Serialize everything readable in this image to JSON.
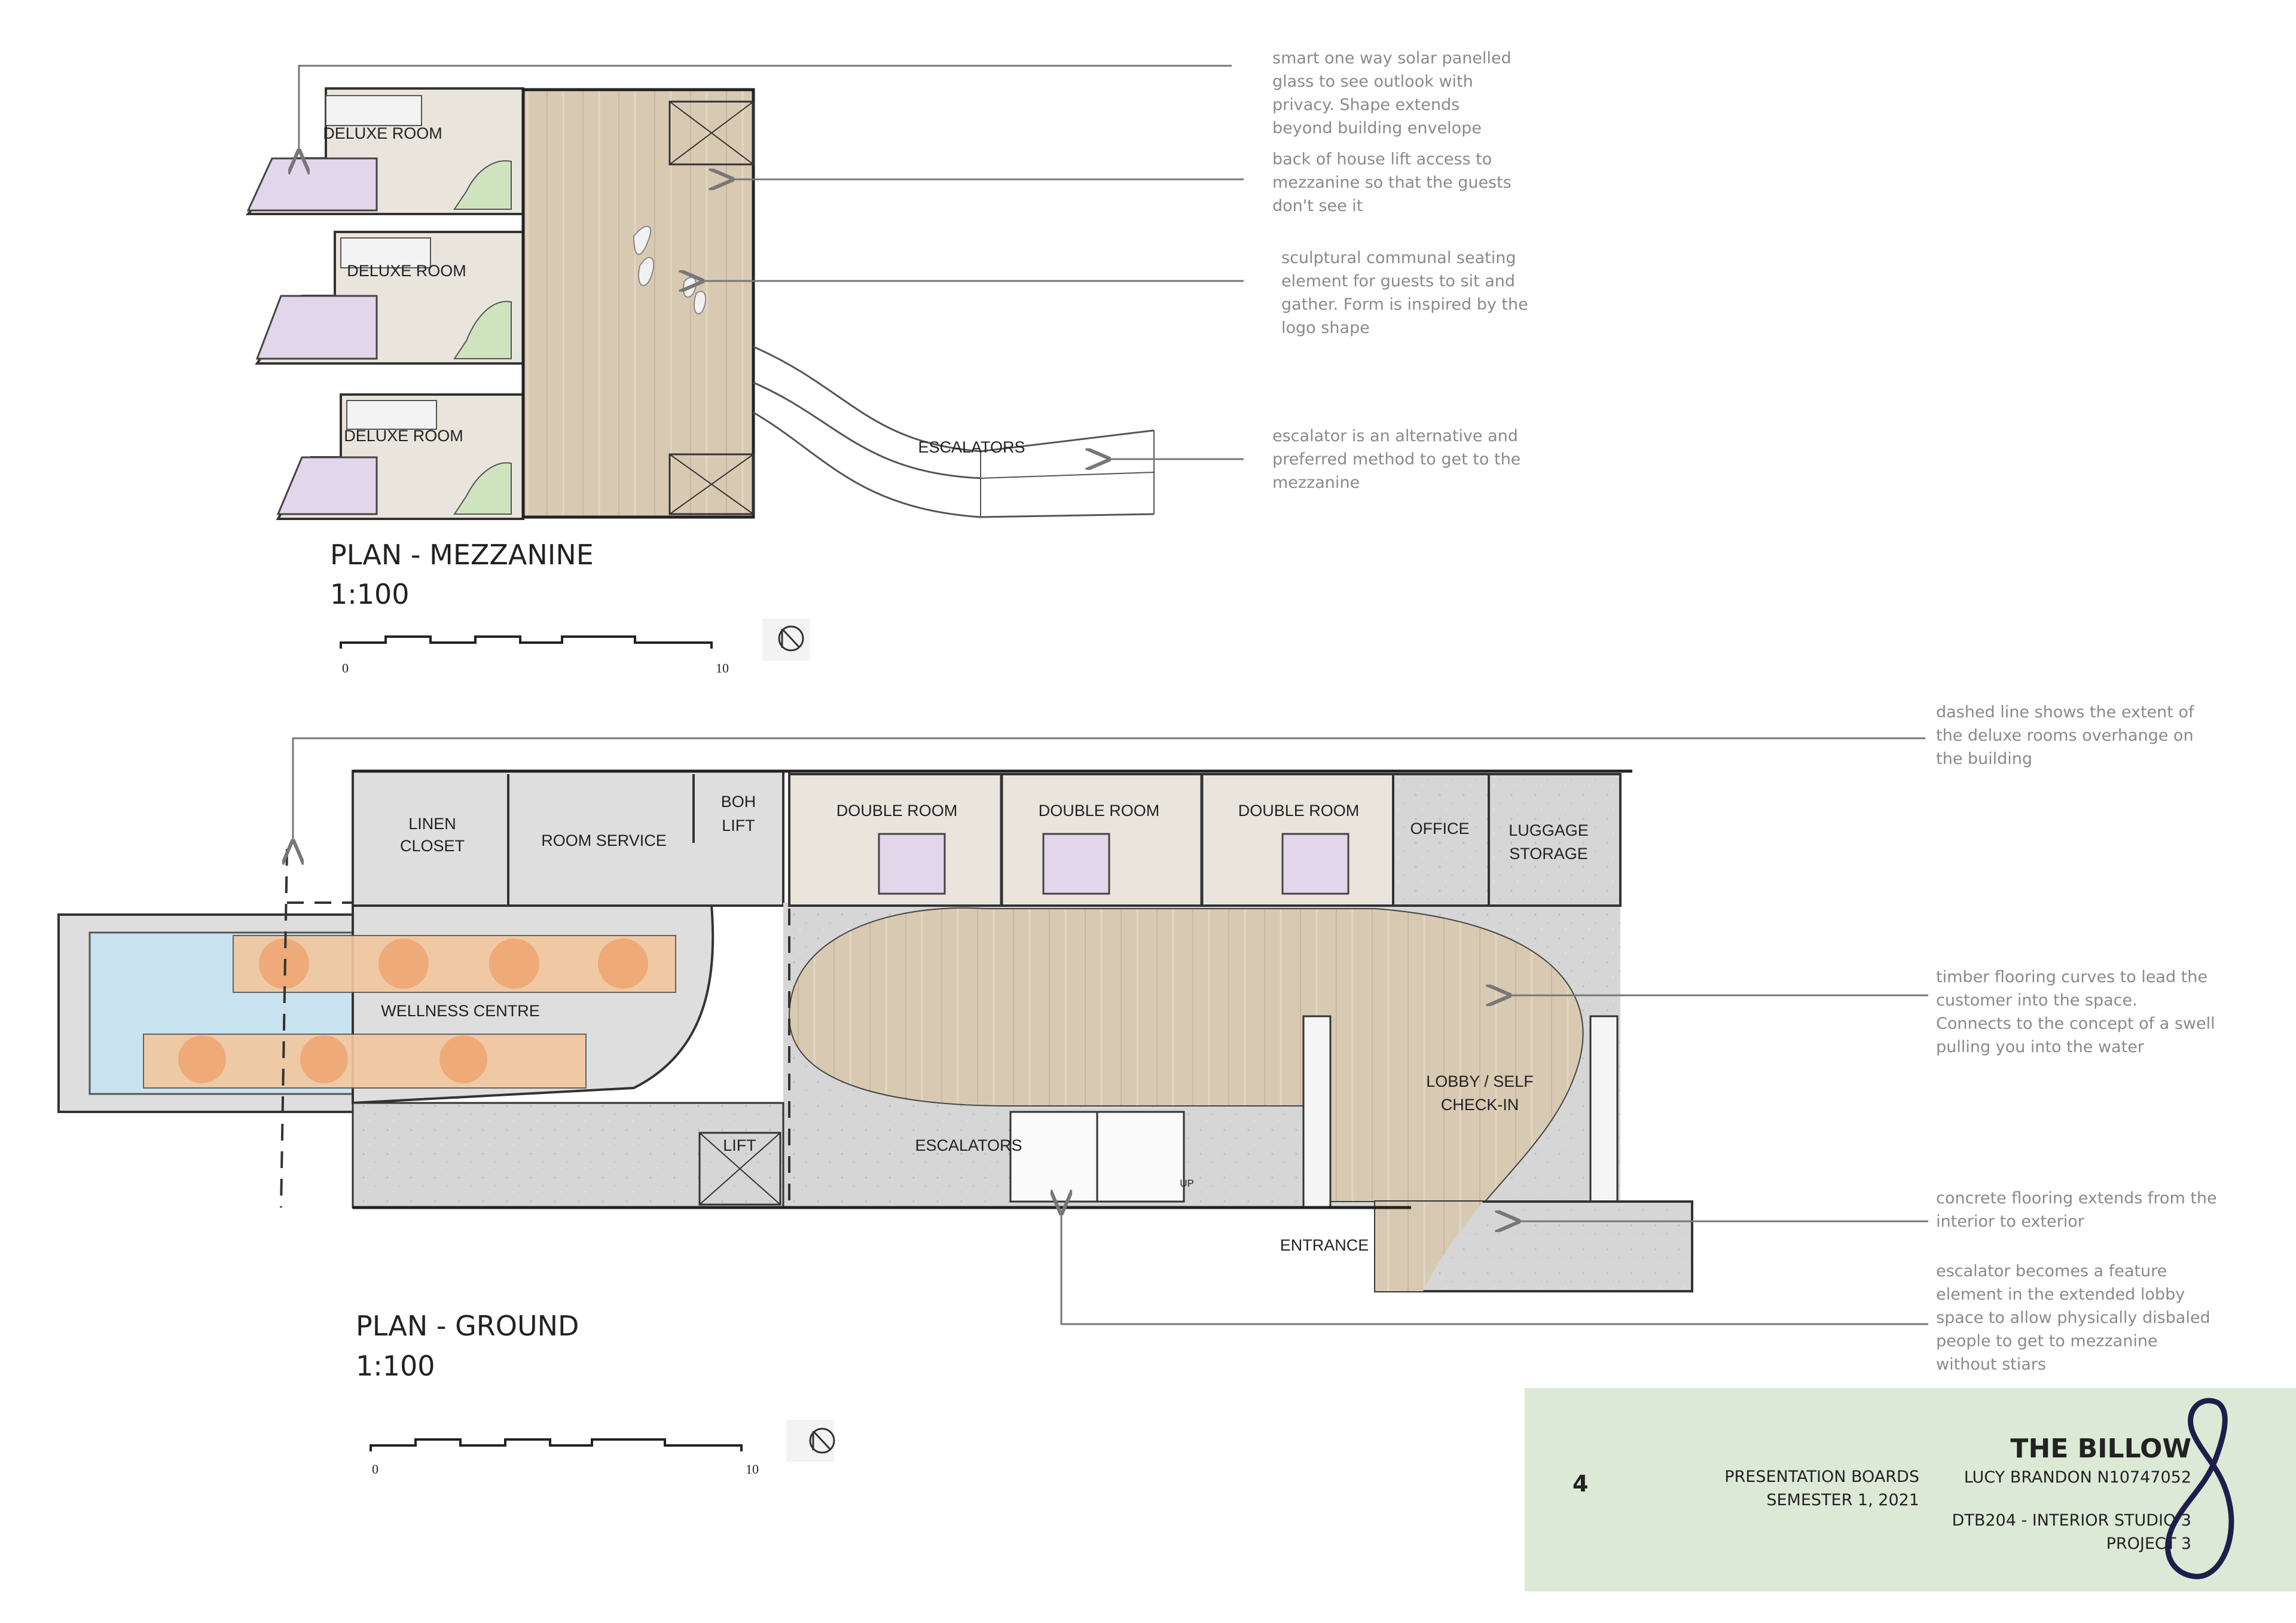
{
  "mezzanine": {
    "plan_title": "PLAN - MEZZANINE",
    "scale": "1:100",
    "scale_start": "0",
    "scale_end": "10",
    "rooms": [
      {
        "label": "DELUXE ROOM"
      },
      {
        "label": "DELUXE ROOM"
      },
      {
        "label": "DELUXE ROOM"
      }
    ],
    "escalators_label": "ESCALATORS",
    "notes": [
      "smart one way solar panelled glass to see outlook with privacy. Shape extends beyond building envelope",
      "back of house lift access to mezzanine so that the guests don't see it",
      "sculptural communal seating element for guests to sit and gather. Form is inspired by the logo shape",
      "escalator is an alternative and preferred method to get to the mezzanine"
    ]
  },
  "ground": {
    "plan_title": "PLAN - GROUND",
    "scale": "1:100",
    "scale_start": "0",
    "scale_end": "10",
    "labels": {
      "linen_closet_1": "LINEN",
      "linen_closet_2": "CLOSET",
      "room_service": "ROOM SERVICE",
      "boh_lift_1": "BOH",
      "boh_lift_2": "LIFT",
      "double_room_1": "DOUBLE ROOM",
      "double_room_2": "DOUBLE ROOM",
      "double_room_3": "DOUBLE ROOM",
      "office": "OFFICE",
      "luggage_1": "LUGGAGE",
      "luggage_2": "STORAGE",
      "wellness_centre": "WELLNESS CENTRE",
      "lobby_1": "LOBBY /  SELF",
      "lobby_2": "CHECK-IN",
      "lift": "LIFT",
      "escalators": "ESCALATORS",
      "up": "UP",
      "entrance": "ENTRANCE"
    },
    "notes": [
      "dashed line shows the extent of the deluxe rooms overhange on the building",
      "timber flooring curves to lead the customer into the space. Connects to the concept of a swell pulling you into the water",
      "concrete flooring extends from the interior to exterior",
      "escalator becomes a feature element in the extended lobby space to allow physically disbaled people to get to mezzanine without stiars"
    ]
  },
  "title_block": {
    "page_number": "4",
    "boards_line1": "PRESENTATION BOARDS",
    "boards_line2": "SEMESTER 1, 2021",
    "project_title": "THE BILLOW",
    "author": "LUCY BRANDON N10747052",
    "course": "DTB204 - INTERIOR STUDIO 3",
    "project": "PROJECT 3"
  },
  "colors": {
    "timber": "#d8c9b2",
    "concrete": "#d4d4d4",
    "room_wall_fill": "#e9e5dd",
    "bed_purple": "#e2d6ea",
    "seat_green": "#cfe3bf",
    "pool_blue": "#c9e2f0",
    "lounger_orange": "#f3c79e",
    "title_block_bg": "#dce9d6",
    "note_grey": "#8a8a8a"
  }
}
